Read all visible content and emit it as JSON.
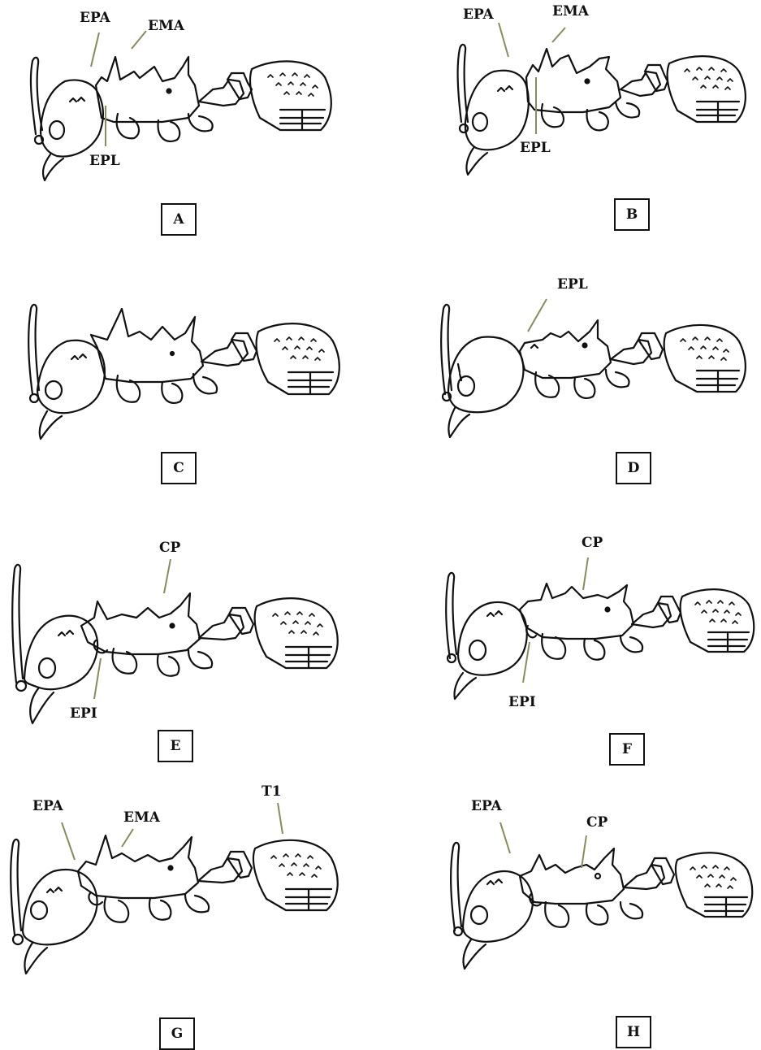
{
  "panels": [
    {
      "letter": "A",
      "labels": {
        "epa": "EPA",
        "ema": "EMA",
        "epl": "EPL"
      }
    },
    {
      "letter": "B",
      "labels": {
        "epa": "EPA",
        "ema": "EMA",
        "epl": "EPL"
      }
    },
    {
      "letter": "C",
      "labels": {}
    },
    {
      "letter": "D",
      "labels": {
        "epl": "EPL"
      }
    },
    {
      "letter": "E",
      "labels": {
        "cp": "CP",
        "epi": "EPI"
      }
    },
    {
      "letter": "F",
      "labels": {
        "cp": "CP",
        "epi": "EPI"
      }
    },
    {
      "letter": "G",
      "labels": {
        "epa": "EPA",
        "ema": "EMA",
        "t1": "T1"
      }
    },
    {
      "letter": "H",
      "labels": {
        "epa": "EPA",
        "cp": "CP"
      }
    }
  ],
  "colors": {
    "line": "#111111",
    "leader": "#8a8a5a",
    "background": "#ffffff"
  }
}
